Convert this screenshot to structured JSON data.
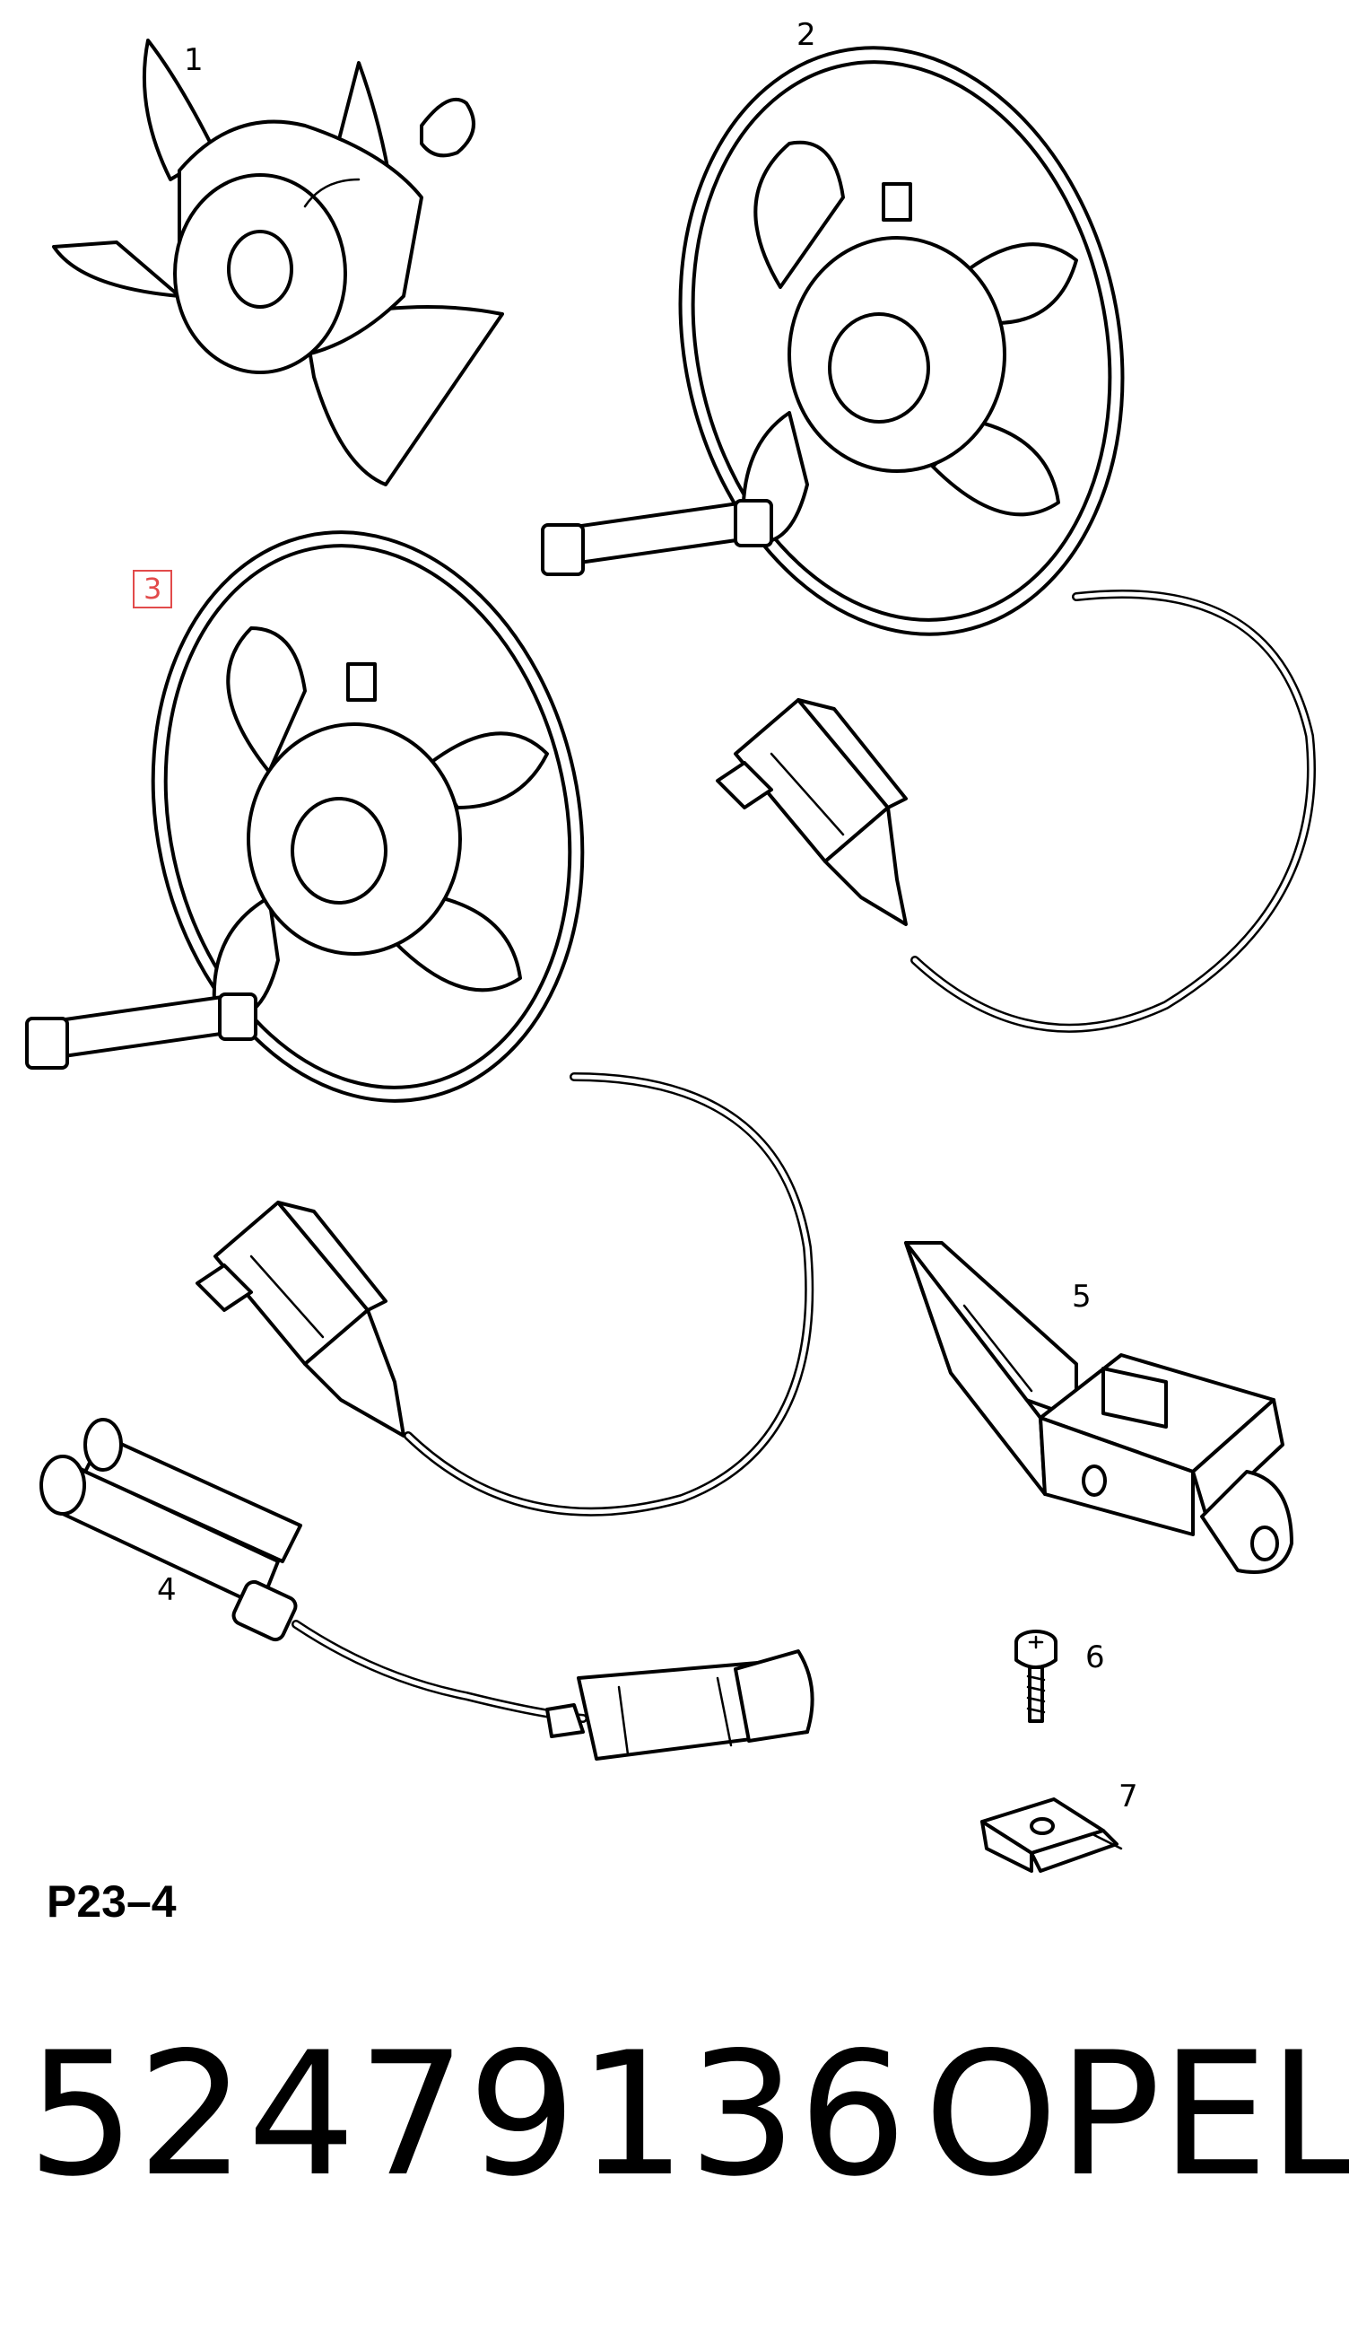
{
  "callouts": {
    "c1": "1",
    "c2": "2",
    "c3": "3",
    "c4": "4",
    "c5": "5",
    "c6": "6",
    "c7": "7"
  },
  "figure_code": "P23–4",
  "part_number": "52479136",
  "brand": "OPEL",
  "colors": {
    "line": "#000000",
    "highlight": "#e24b4b",
    "background": "#ffffff"
  }
}
